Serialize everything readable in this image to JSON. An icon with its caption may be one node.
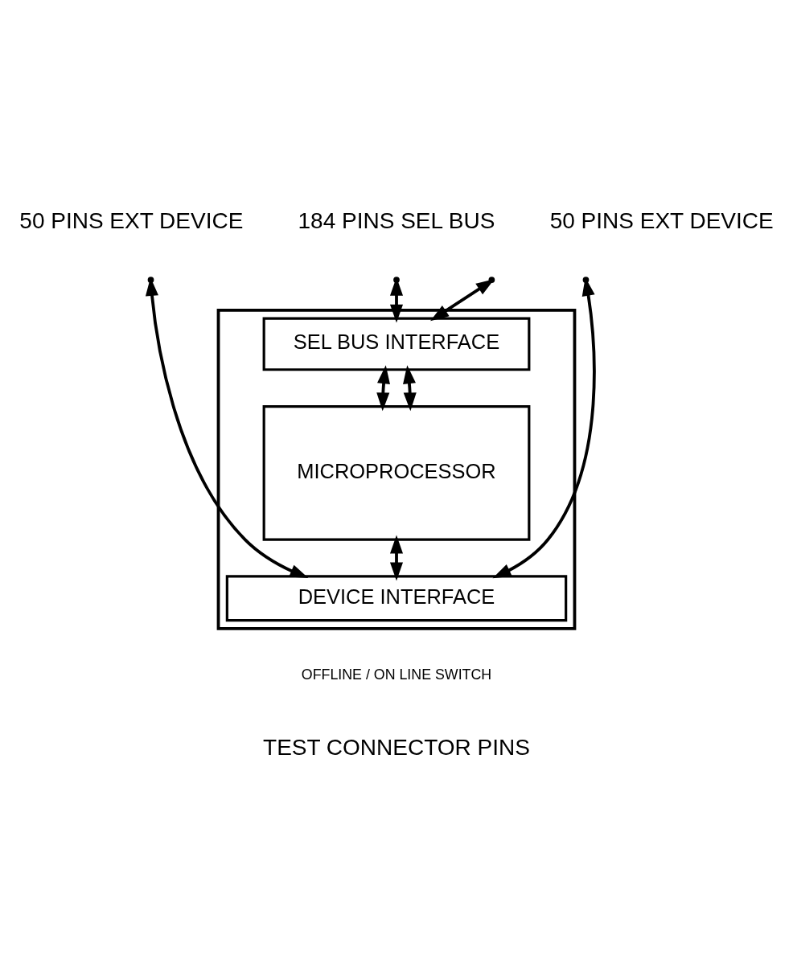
{
  "diagram": {
    "nodes": [
      {
        "text": [],
        "shape": "box"
      },
      {
        "text": [
          "SEL BUS INTERFACE"
        ],
        "in": 0
      },
      {
        "text": [
          "MICROPROCESSOR"
        ],
        "in": 0
      },
      {
        "text": [
          "DEVICE INTERFACE"
        ],
        "in": 0
      }
    ],
    "edges": [
      {
        "from": null,
        "to": 3,
        "arrow": "both"
      },
      {
        "from": null,
        "to": 1,
        "arrow": "both"
      },
      {
        "from": null,
        "to": 1,
        "arrow": "both"
      },
      {
        "from": null,
        "to": 3,
        "arrow": "both"
      },
      {
        "from": 1,
        "to": 2,
        "arrow": "both"
      },
      {
        "from": 1,
        "to": 2,
        "arrow": "both"
      },
      {
        "from": 2,
        "to": 3,
        "arrow": "both"
      }
    ],
    "labels": [
      "50 PINS EXT DEVICE",
      "184 PINS SEL BUS",
      "50 PINS EXT DEVICE",
      "OFFLINE / ON LINE SWITCH",
      "TEST CONNECTOR PINS"
    ]
  }
}
